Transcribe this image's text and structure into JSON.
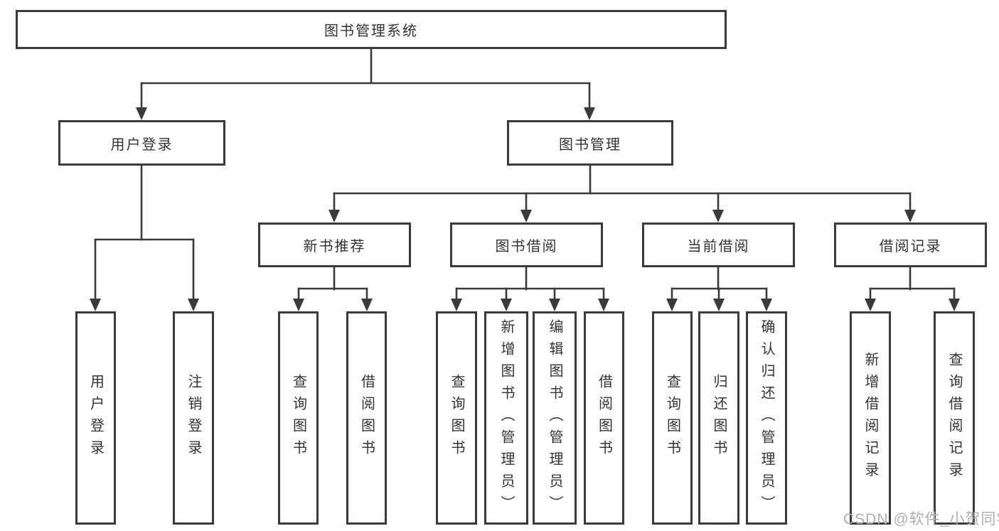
{
  "colors": {
    "line": "#3a3a3a",
    "text": "#333333",
    "background": "#ffffff",
    "watermark": "#b3adad"
  },
  "watermark": {
    "text": "CSDN @软件_小贺同学"
  },
  "tree": {
    "label": "图书管理系统",
    "children": [
      {
        "label": "用户登录",
        "children": [
          {
            "label": "用户登录"
          },
          {
            "label": "注销登录"
          }
        ]
      },
      {
        "label": "图书管理",
        "children": [
          {
            "label": "新书推荐",
            "children": [
              {
                "label": "查询图书"
              },
              {
                "label": "借阅图书"
              }
            ]
          },
          {
            "label": "图书借阅",
            "children": [
              {
                "label": "查询图书"
              },
              {
                "label": "新增图书（管理员）"
              },
              {
                "label": "编辑图书（管理员）"
              },
              {
                "label": "借阅图书"
              }
            ]
          },
          {
            "label": "当前借阅",
            "children": [
              {
                "label": "查询图书"
              },
              {
                "label": "归还图书"
              },
              {
                "label": "确认归还（管理员）"
              }
            ]
          },
          {
            "label": "借阅记录",
            "children": [
              {
                "label": "新增借阅记录"
              },
              {
                "label": "查询借阅记录"
              }
            ]
          }
        ]
      }
    ]
  }
}
